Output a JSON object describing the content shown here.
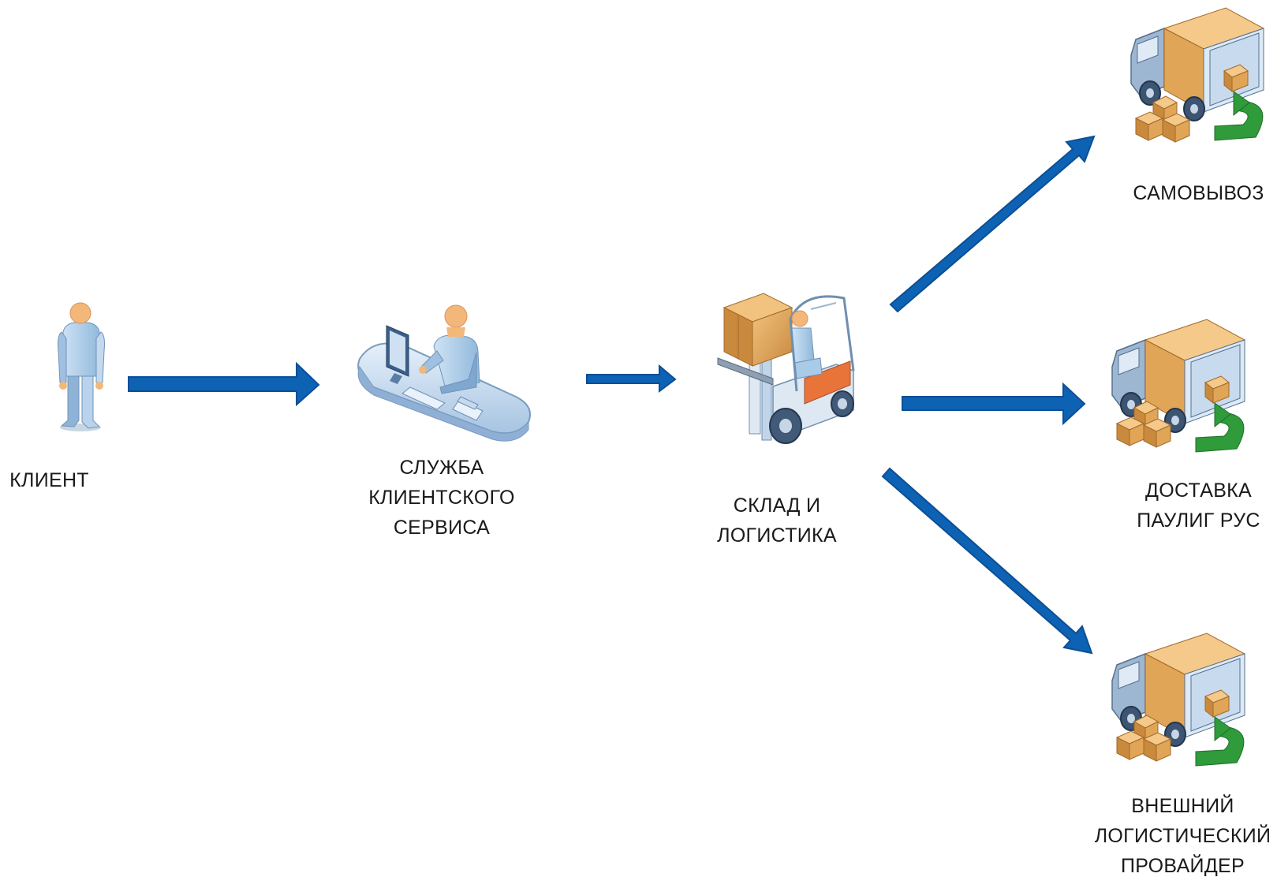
{
  "colors": {
    "arrow": "#0e62b4",
    "arrow_dark": "#0a4f96",
    "person_blue": "#a9cbe8",
    "skin": "#f3b77a",
    "box": "#d9a25a",
    "truck_green": "#2f9b3a"
  },
  "nodes": {
    "client": {
      "icon": "person-icon",
      "lines": [
        "КЛИЕНТ"
      ]
    },
    "service": {
      "icon": "operator-desk-icon",
      "lines": [
        "СЛУЖБА",
        "КЛИЕНТСКОГО",
        "СЕРВИСА"
      ]
    },
    "warehouse": {
      "icon": "forklift-icon",
      "lines": [
        "СКЛАД И",
        "ЛОГИСТИКА"
      ]
    },
    "pickup": {
      "icon": "delivery-truck-icon",
      "lines": [
        "САМОВЫВОЗ"
      ]
    },
    "delivery": {
      "icon": "delivery-truck-icon",
      "lines": [
        "ДОСТАВКА",
        "ПАУЛИГ РУС"
      ]
    },
    "provider": {
      "icon": "delivery-truck-icon",
      "lines": [
        "ВНЕШНИЙ",
        "ЛОГИСТИЧЕСКИЙ",
        "ПРОВАЙДЕР"
      ]
    }
  },
  "edges": [
    {
      "from": "client",
      "to": "service"
    },
    {
      "from": "service",
      "to": "warehouse"
    },
    {
      "from": "warehouse",
      "to": "pickup"
    },
    {
      "from": "warehouse",
      "to": "delivery"
    },
    {
      "from": "warehouse",
      "to": "provider"
    }
  ]
}
